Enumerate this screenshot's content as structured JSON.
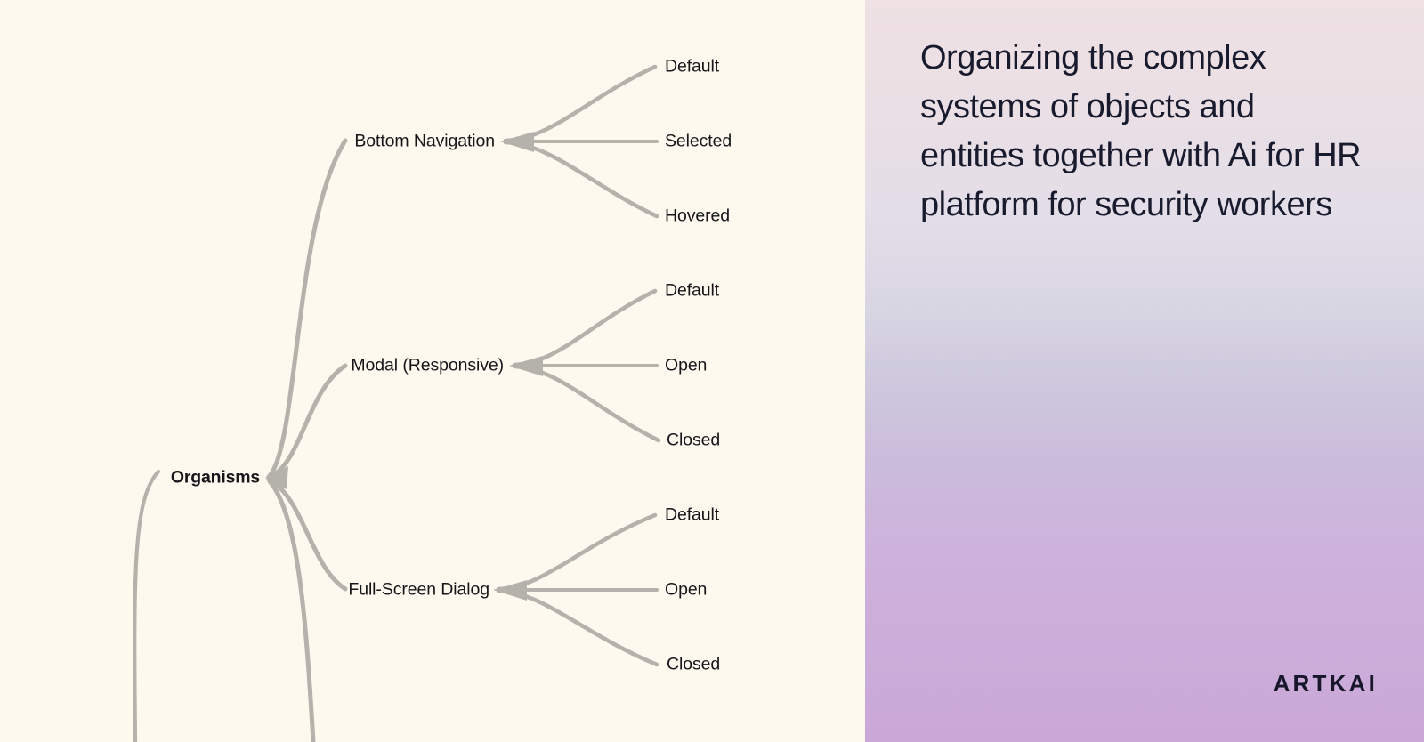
{
  "mindmap": {
    "background_color": "#fdf9ef",
    "line_color": "#b5b2ac",
    "text_color": "#16161a",
    "root": {
      "label": "Organisms"
    },
    "branches": [
      {
        "label": "Bottom Navigation",
        "children": [
          {
            "label": "Default"
          },
          {
            "label": "Selected"
          },
          {
            "label": "Hovered"
          }
        ]
      },
      {
        "label": "Modal (Responsive)",
        "children": [
          {
            "label": "Default"
          },
          {
            "label": "Open"
          },
          {
            "label": "Closed"
          }
        ]
      },
      {
        "label": "Full-Screen Dialog",
        "children": [
          {
            "label": "Default"
          },
          {
            "label": "Open"
          },
          {
            "label": "Closed"
          }
        ]
      }
    ]
  },
  "promo": {
    "headline": "Organizing the complex systems of objects and entities together with Ai for HR platform for security workers",
    "brand": "ARTKAI",
    "headline_color": "#181a2e",
    "gradient_top": "#efe1e4",
    "gradient_mid": "#cbc5da",
    "gradient_bottom": "#c9a7d7"
  }
}
